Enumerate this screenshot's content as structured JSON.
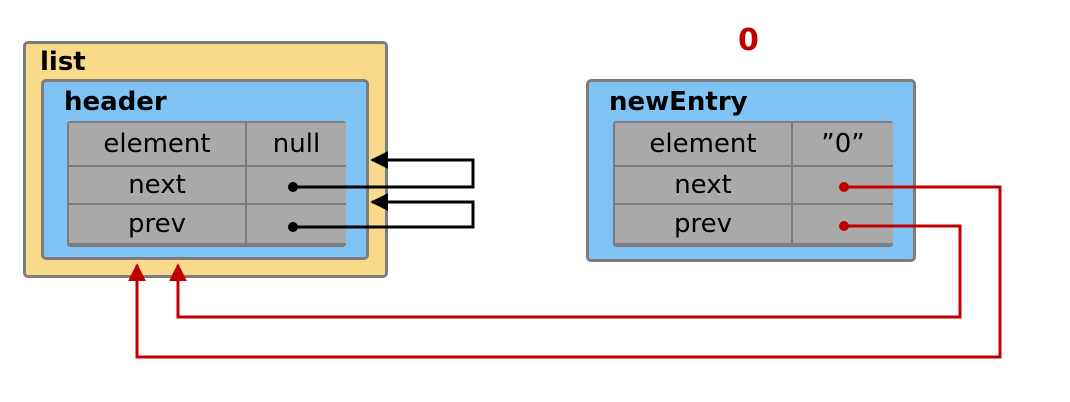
{
  "index_label": "0",
  "colors": {
    "list_fill": "#f9d98a",
    "node_fill": "#7ec3f4",
    "cell_fill": "#a9a9a9",
    "border": "#7c7c7c",
    "pointer_black": "#000000",
    "pointer_red": "#c00000",
    "index_label": "#c00000"
  },
  "list": {
    "title": "list",
    "header": {
      "title": "header",
      "fields": [
        {
          "name": "element",
          "value": "null"
        },
        {
          "name": "next",
          "value": ""
        },
        {
          "name": "prev",
          "value": ""
        }
      ]
    }
  },
  "new_entry": {
    "title": "newEntry",
    "fields": [
      {
        "name": "element",
        "value": "”0”"
      },
      {
        "name": "next",
        "value": ""
      },
      {
        "name": "prev",
        "value": ""
      }
    ]
  },
  "pointers": [
    {
      "from": "header.next",
      "to": "header",
      "color": "pointer_black"
    },
    {
      "from": "header.prev",
      "to": "header",
      "color": "pointer_black"
    },
    {
      "from": "newEntry.next",
      "to": "header",
      "color": "pointer_red"
    },
    {
      "from": "newEntry.prev",
      "to": "header",
      "color": "pointer_red"
    }
  ]
}
